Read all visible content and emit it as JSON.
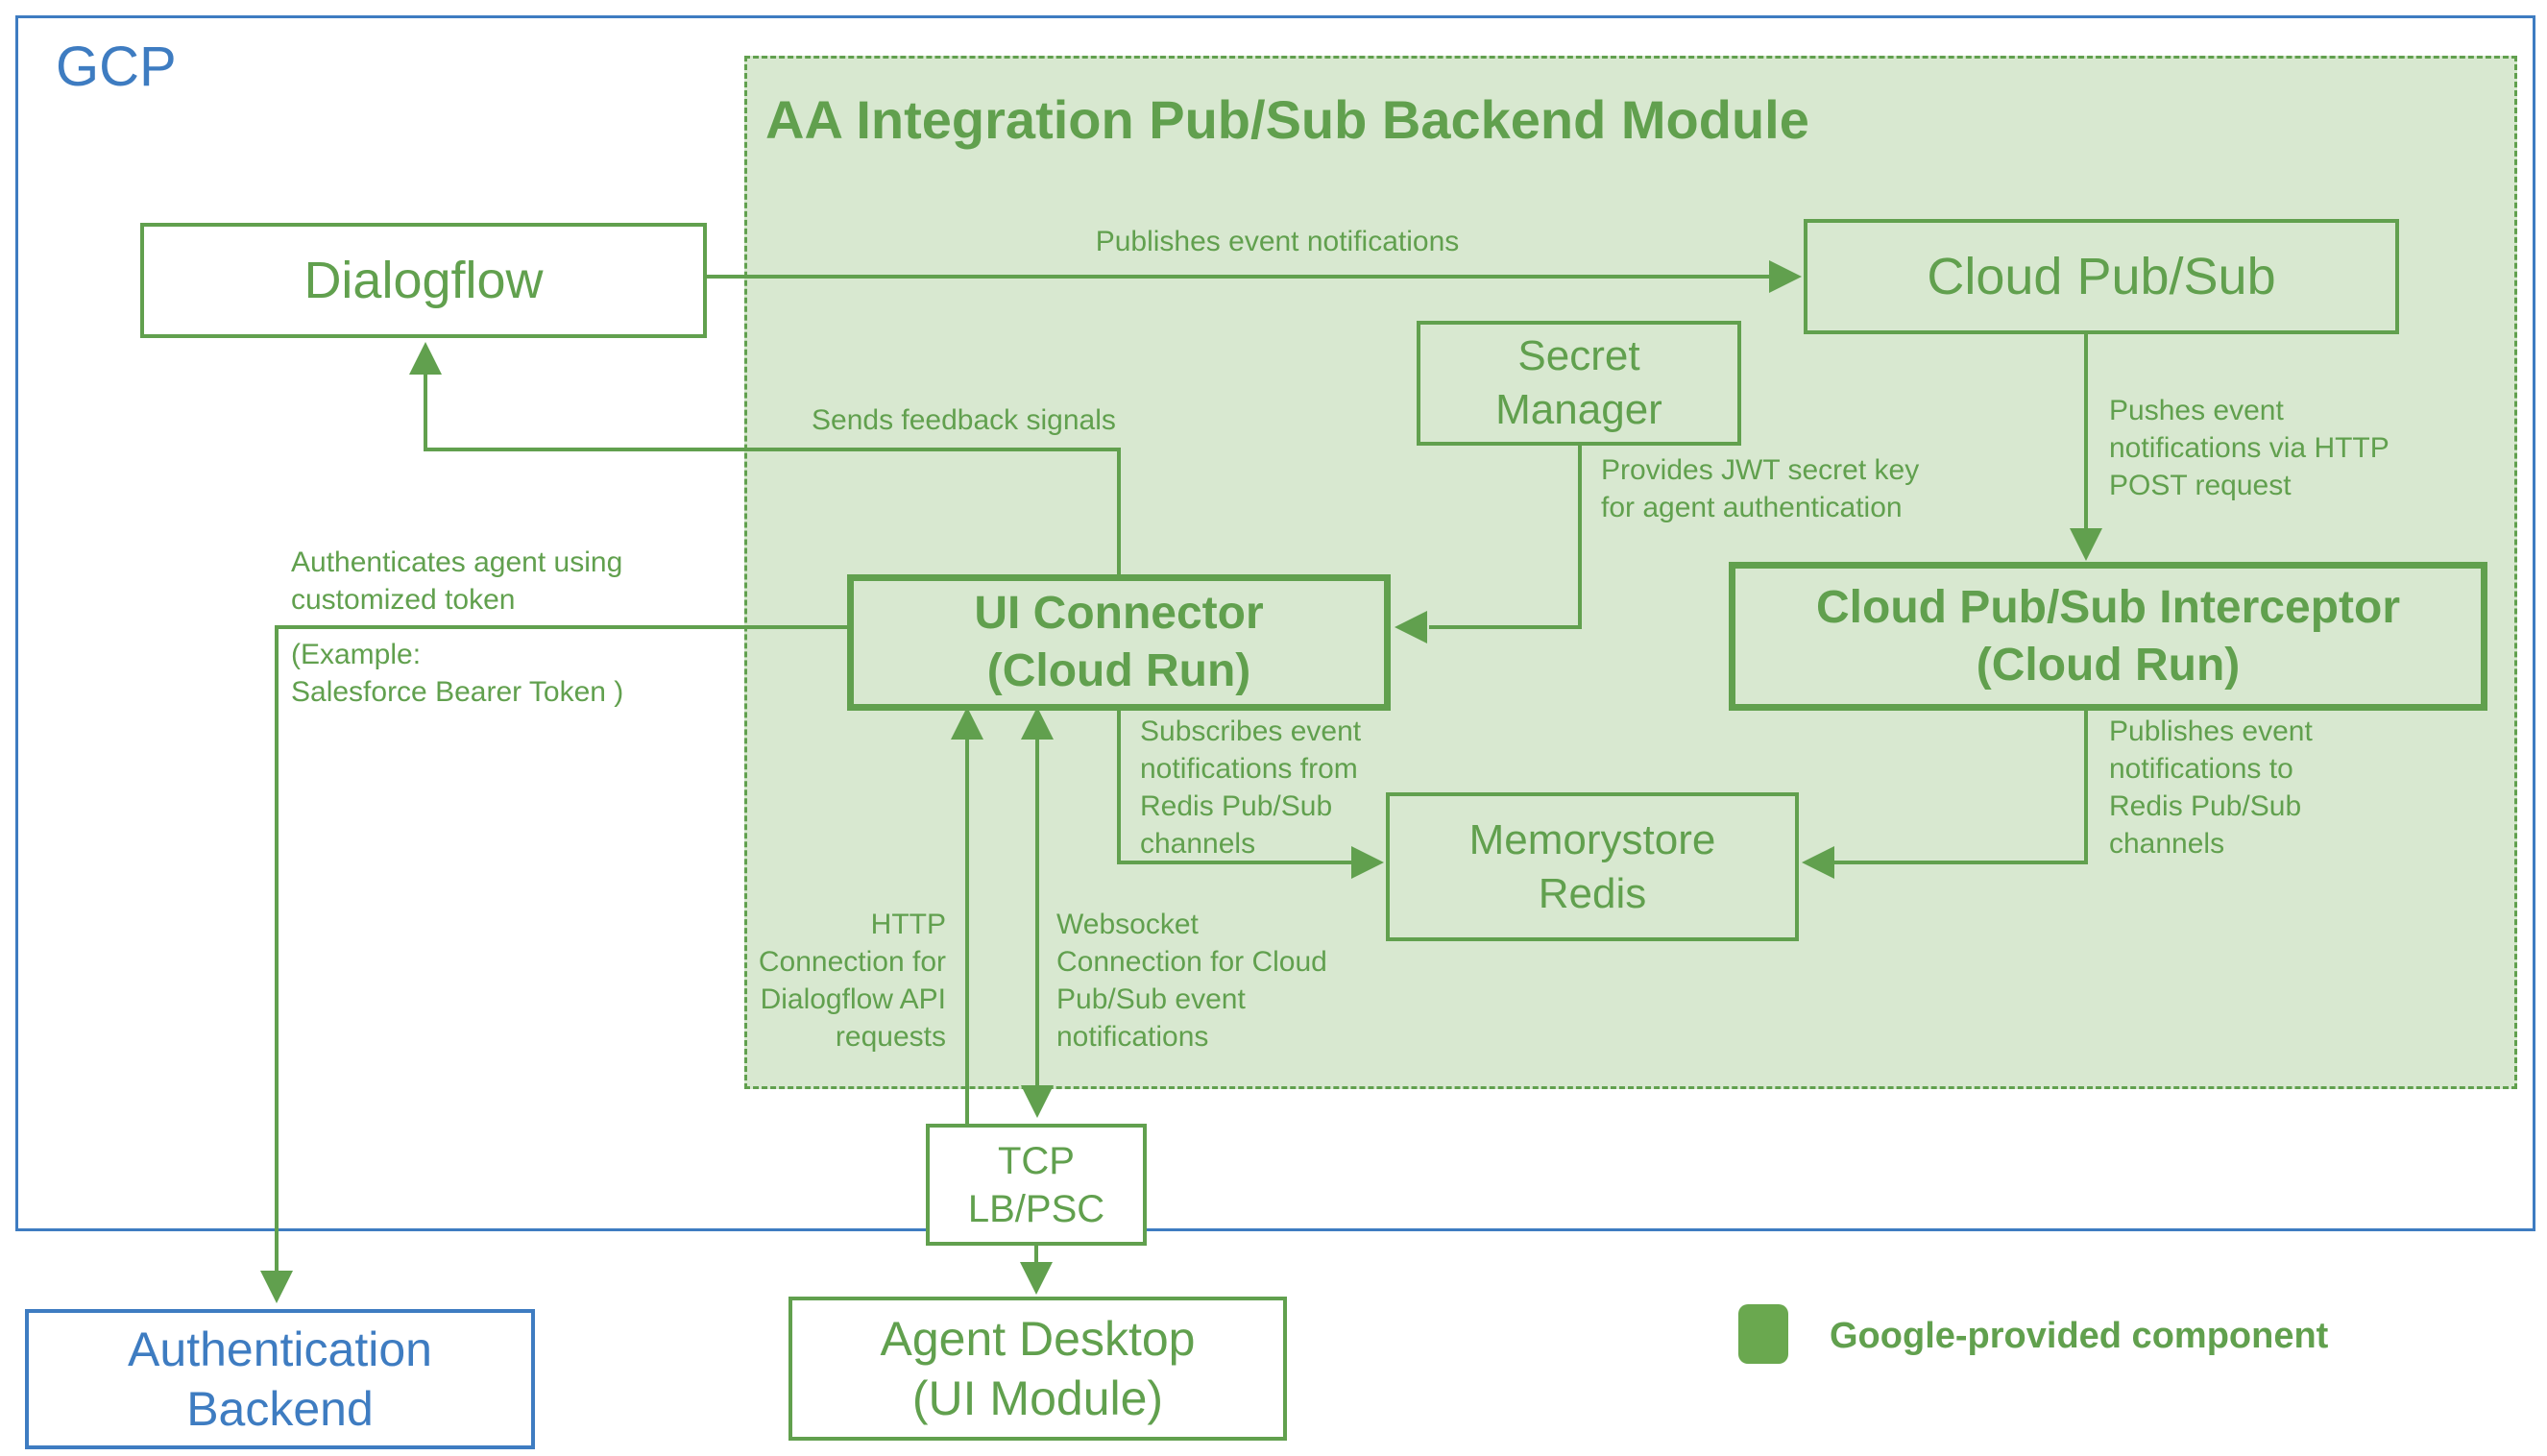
{
  "colors": {
    "green": "#61a04e",
    "green_fill": "#d8e8d0",
    "blue": "#3e7cc1",
    "legend_green": "#6aa84f"
  },
  "containers": {
    "gcp_label": "GCP",
    "module_title": "AA Integration Pub/Sub Backend Module"
  },
  "nodes": {
    "dialogflow": "Dialogflow",
    "cloud_pubsub": "Cloud Pub/Sub",
    "secret_manager": "Secret\nManager",
    "ui_connector": "UI Connector\n(Cloud Run)",
    "interceptor": "Cloud Pub/Sub Interceptor\n(Cloud Run)",
    "memorystore": "Memorystore\nRedis",
    "tcp_lb": "TCP\nLB/PSC",
    "auth_backend": "Authentication\nBackend",
    "agent_desktop": "Agent Desktop\n(UI Module)"
  },
  "edges": {
    "publishes_event": "Publishes event notifications",
    "pushes_event": "Pushes event\nnotifications via HTTP\nPOST request",
    "publishes_to_redis": "Publishes event\nnotifications to\nRedis Pub/Sub\nchannels",
    "subscribes_from_redis": "Subscribes event\nnotifications from\nRedis Pub/Sub\nchannels",
    "provides_jwt": "Provides JWT secret key\nfor agent authentication",
    "sends_feedback": "Sends feedback signals",
    "authenticates_1": "Authenticates agent using\ncustomized token",
    "authenticates_2": "(Example:\nSalesforce Bearer Token )",
    "http_connection": "HTTP\nConnection for\nDialogflow API\nrequests",
    "websocket_connection": "Websocket\nConnection for Cloud\nPub/Sub event\nnotifications"
  },
  "legend": {
    "label": "Google-provided component"
  }
}
